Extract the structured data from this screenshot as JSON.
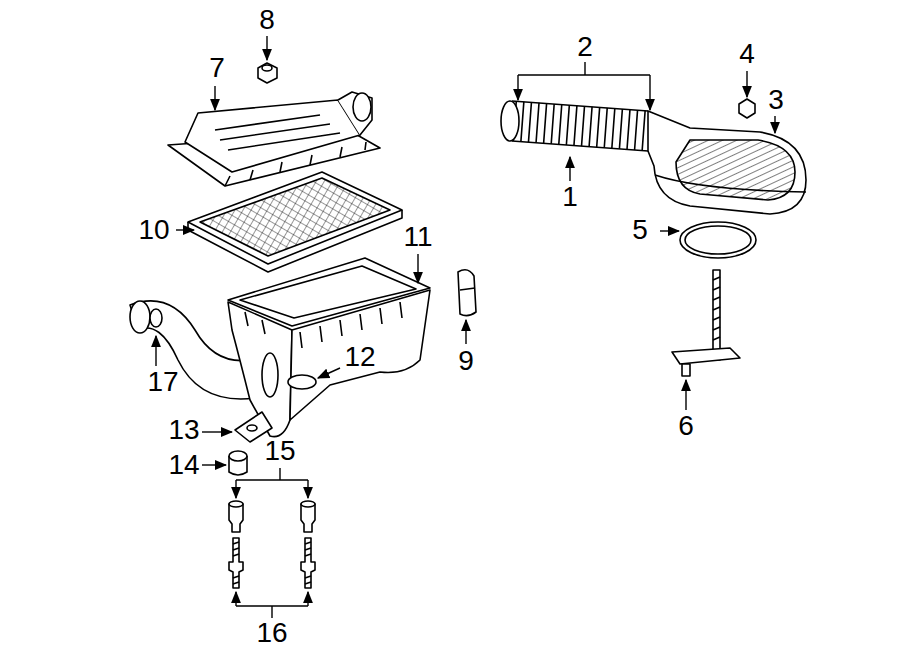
{
  "diagram": {
    "labels": [
      "8",
      "2",
      "4",
      "7",
      "3",
      "1",
      "10",
      "11",
      "5",
      "12",
      "9",
      "17",
      "13",
      "15",
      "14",
      "6",
      "16"
    ]
  }
}
